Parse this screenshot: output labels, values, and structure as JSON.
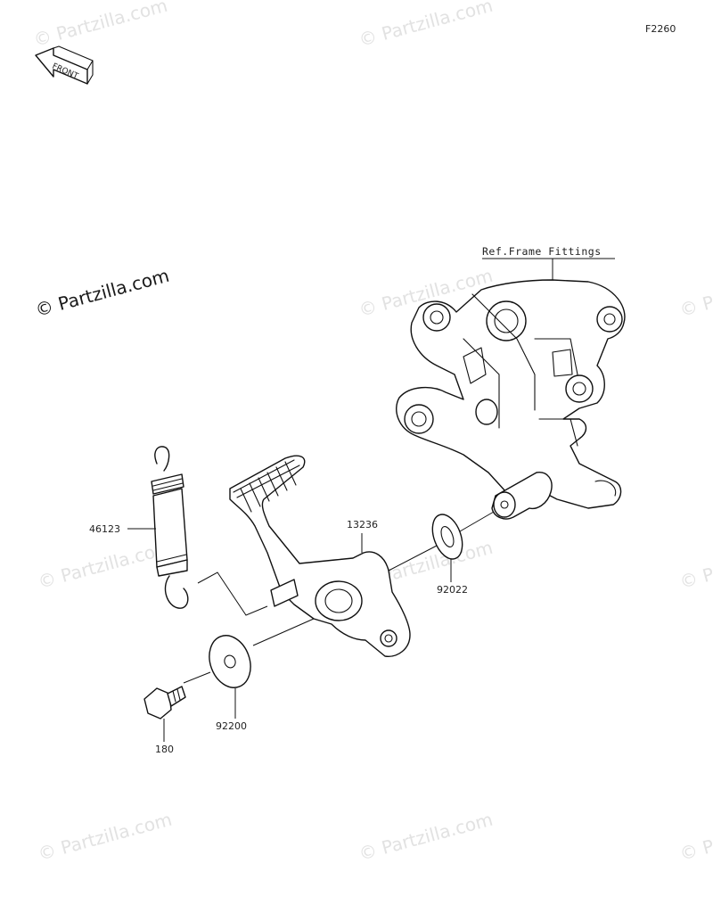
{
  "diagram": {
    "code": "F2260",
    "front_label": "FRONT",
    "ref_label": "Ref.Frame Fittings",
    "copyright": "© Partzilla.com",
    "watermark": "© Partzilla.com",
    "parts": [
      {
        "number": "46123"
      },
      {
        "number": "13236"
      },
      {
        "number": "92022"
      },
      {
        "number": "92200"
      },
      {
        "number": "180"
      }
    ]
  },
  "colors": {
    "line": "#111111",
    "watermark": "#e2e2e2"
  }
}
